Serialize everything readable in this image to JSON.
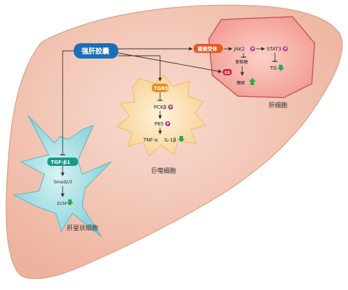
{
  "drug": {
    "label": "强肝胶囊"
  },
  "hepatocyte": {
    "caption": "肝细胞",
    "receptor": "瘦素受体",
    "jak2": "JAK2",
    "stat3": "STAT3",
    "tg": "TG",
    "gs": "GS",
    "glucose": "葡萄糖",
    "glycogen": "糖原"
  },
  "macrophage": {
    "caption": "巨噬细胞",
    "tgr5": "TGR5",
    "pckb": "PCKβ",
    "p65": "P65",
    "tnf": "TNF-α",
    "il1b": "IL-1β"
  },
  "stellate": {
    "caption": "肝星状细胞",
    "tgfb1": "TGF-β1",
    "smad": "Smad2/3",
    "ecm": "ECM"
  },
  "phospho_label": "P",
  "colors": {
    "liver": "#f3c9b9",
    "hepatocyte_fill": "#f7b1aa",
    "hepatocyte_stroke": "#c9585a",
    "macrophage_fill": "#fbe3b8",
    "stellate_fill": "#a9e0e4",
    "drug": "#1a6fb7",
    "receptor": "#e65a1f",
    "tgr5": "#f08a1f",
    "tgfb1": "#1a9a8a",
    "phospho": "#b3247e",
    "gs": "#d6263f",
    "down_arrow": "#2ea84a"
  }
}
